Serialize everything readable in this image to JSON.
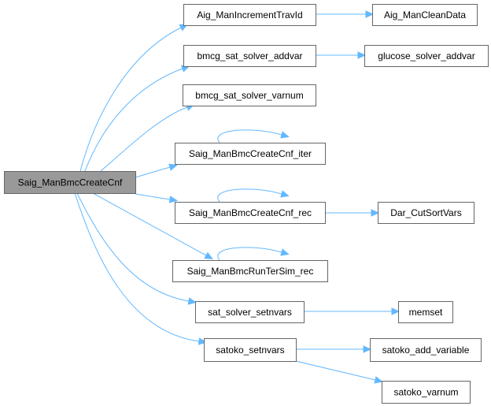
{
  "graph": {
    "type": "call-graph",
    "colors": {
      "root_fill": "#999999",
      "node_fill": "#ffffff",
      "node_border": "#666666",
      "edge": "#63b8ff",
      "text": "#000000"
    },
    "nodes": [
      {
        "id": "root",
        "label": "Saig_ManBmcCreateCnf",
        "root": true
      },
      {
        "id": "incTrav",
        "label": "Aig_ManIncrementTravId"
      },
      {
        "id": "clean",
        "label": "Aig_ManCleanData"
      },
      {
        "id": "addvar",
        "label": "bmcg_sat_solver_addvar"
      },
      {
        "id": "glucose",
        "label": "glucose_solver_addvar"
      },
      {
        "id": "varnum",
        "label": "bmcg_sat_solver_varnum"
      },
      {
        "id": "iter",
        "label": "Saig_ManBmcCreateCnf_iter"
      },
      {
        "id": "rec",
        "label": "Saig_ManBmcCreateCnf_rec"
      },
      {
        "id": "dar",
        "label": "Dar_CutSortVars"
      },
      {
        "id": "tersim",
        "label": "Saig_ManBmcRunTerSim_rec"
      },
      {
        "id": "setnvars",
        "label": "sat_solver_setnvars"
      },
      {
        "id": "memset",
        "label": "memset"
      },
      {
        "id": "satoko",
        "label": "satoko_setnvars"
      },
      {
        "id": "addvarS",
        "label": "satoko_add_variable"
      },
      {
        "id": "varnumS",
        "label": "satoko_varnum"
      }
    ],
    "edges": [
      {
        "from": "root",
        "to": "incTrav"
      },
      {
        "from": "root",
        "to": "addvar"
      },
      {
        "from": "root",
        "to": "varnum"
      },
      {
        "from": "root",
        "to": "iter"
      },
      {
        "from": "root",
        "to": "rec"
      },
      {
        "from": "root",
        "to": "tersim"
      },
      {
        "from": "root",
        "to": "setnvars"
      },
      {
        "from": "root",
        "to": "satoko"
      },
      {
        "from": "incTrav",
        "to": "clean"
      },
      {
        "from": "addvar",
        "to": "glucose"
      },
      {
        "from": "iter",
        "to": "iter"
      },
      {
        "from": "rec",
        "to": "rec"
      },
      {
        "from": "rec",
        "to": "dar"
      },
      {
        "from": "tersim",
        "to": "tersim"
      },
      {
        "from": "setnvars",
        "to": "memset"
      },
      {
        "from": "satoko",
        "to": "addvarS"
      },
      {
        "from": "satoko",
        "to": "varnumS"
      }
    ]
  }
}
